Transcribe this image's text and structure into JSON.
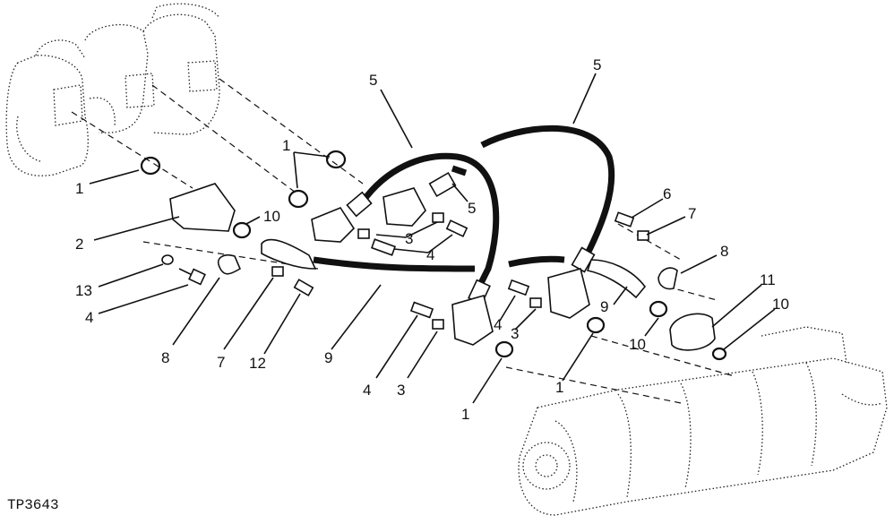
{
  "figure": {
    "id": "TP3643"
  },
  "callouts": [
    {
      "key": "c1a",
      "text": "1"
    },
    {
      "key": "c1b",
      "text": "1"
    },
    {
      "key": "c1c",
      "text": "1"
    },
    {
      "key": "c1d",
      "text": "1"
    },
    {
      "key": "c2",
      "text": "2"
    },
    {
      "key": "c3a",
      "text": "3"
    },
    {
      "key": "c3b",
      "text": "3"
    },
    {
      "key": "c3c",
      "text": "3"
    },
    {
      "key": "c4a",
      "text": "4"
    },
    {
      "key": "c4b",
      "text": "4"
    },
    {
      "key": "c4c",
      "text": "4"
    },
    {
      "key": "c4d",
      "text": "4"
    },
    {
      "key": "c5a",
      "text": "5"
    },
    {
      "key": "c5b",
      "text": "5"
    },
    {
      "key": "c5c",
      "text": "5"
    },
    {
      "key": "c6",
      "text": "6"
    },
    {
      "key": "c7a",
      "text": "7"
    },
    {
      "key": "c7b",
      "text": "7"
    },
    {
      "key": "c8a",
      "text": "8"
    },
    {
      "key": "c8b",
      "text": "8"
    },
    {
      "key": "c9a",
      "text": "9"
    },
    {
      "key": "c9b",
      "text": "9"
    },
    {
      "key": "c10a",
      "text": "10"
    },
    {
      "key": "c10b",
      "text": "10"
    },
    {
      "key": "c10c",
      "text": "10"
    },
    {
      "key": "c11",
      "text": "11"
    },
    {
      "key": "c12",
      "text": "12"
    },
    {
      "key": "c13",
      "text": "13"
    }
  ]
}
